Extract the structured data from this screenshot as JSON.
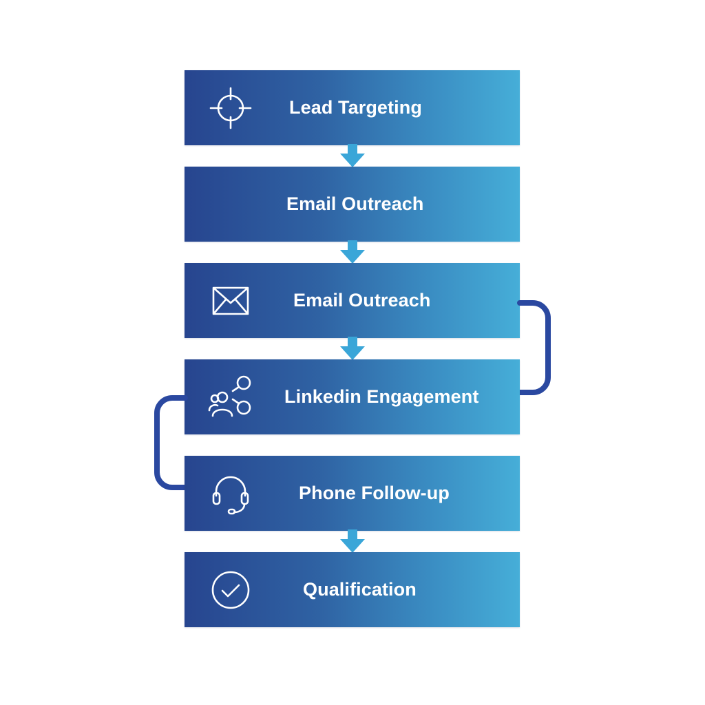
{
  "steps": [
    {
      "label": "Lead Targeting",
      "icon": "crosshair-icon"
    },
    {
      "label": "Email Outreach",
      "icon": ""
    },
    {
      "label": "Email Outreach",
      "icon": "envelope-icon"
    },
    {
      "label": "Linkedin Engagement",
      "icon": "network-people-icon"
    },
    {
      "label": "Phone Follow-up",
      "icon": "headset-icon"
    },
    {
      "label": "Qualification",
      "icon": "check-circle-icon"
    }
  ],
  "colors": {
    "gradient_start": "#27458f",
    "gradient_end": "#46aed8",
    "arrow": "#3aa6d8",
    "loop_connector": "#2a48a0",
    "text": "#ffffff"
  }
}
